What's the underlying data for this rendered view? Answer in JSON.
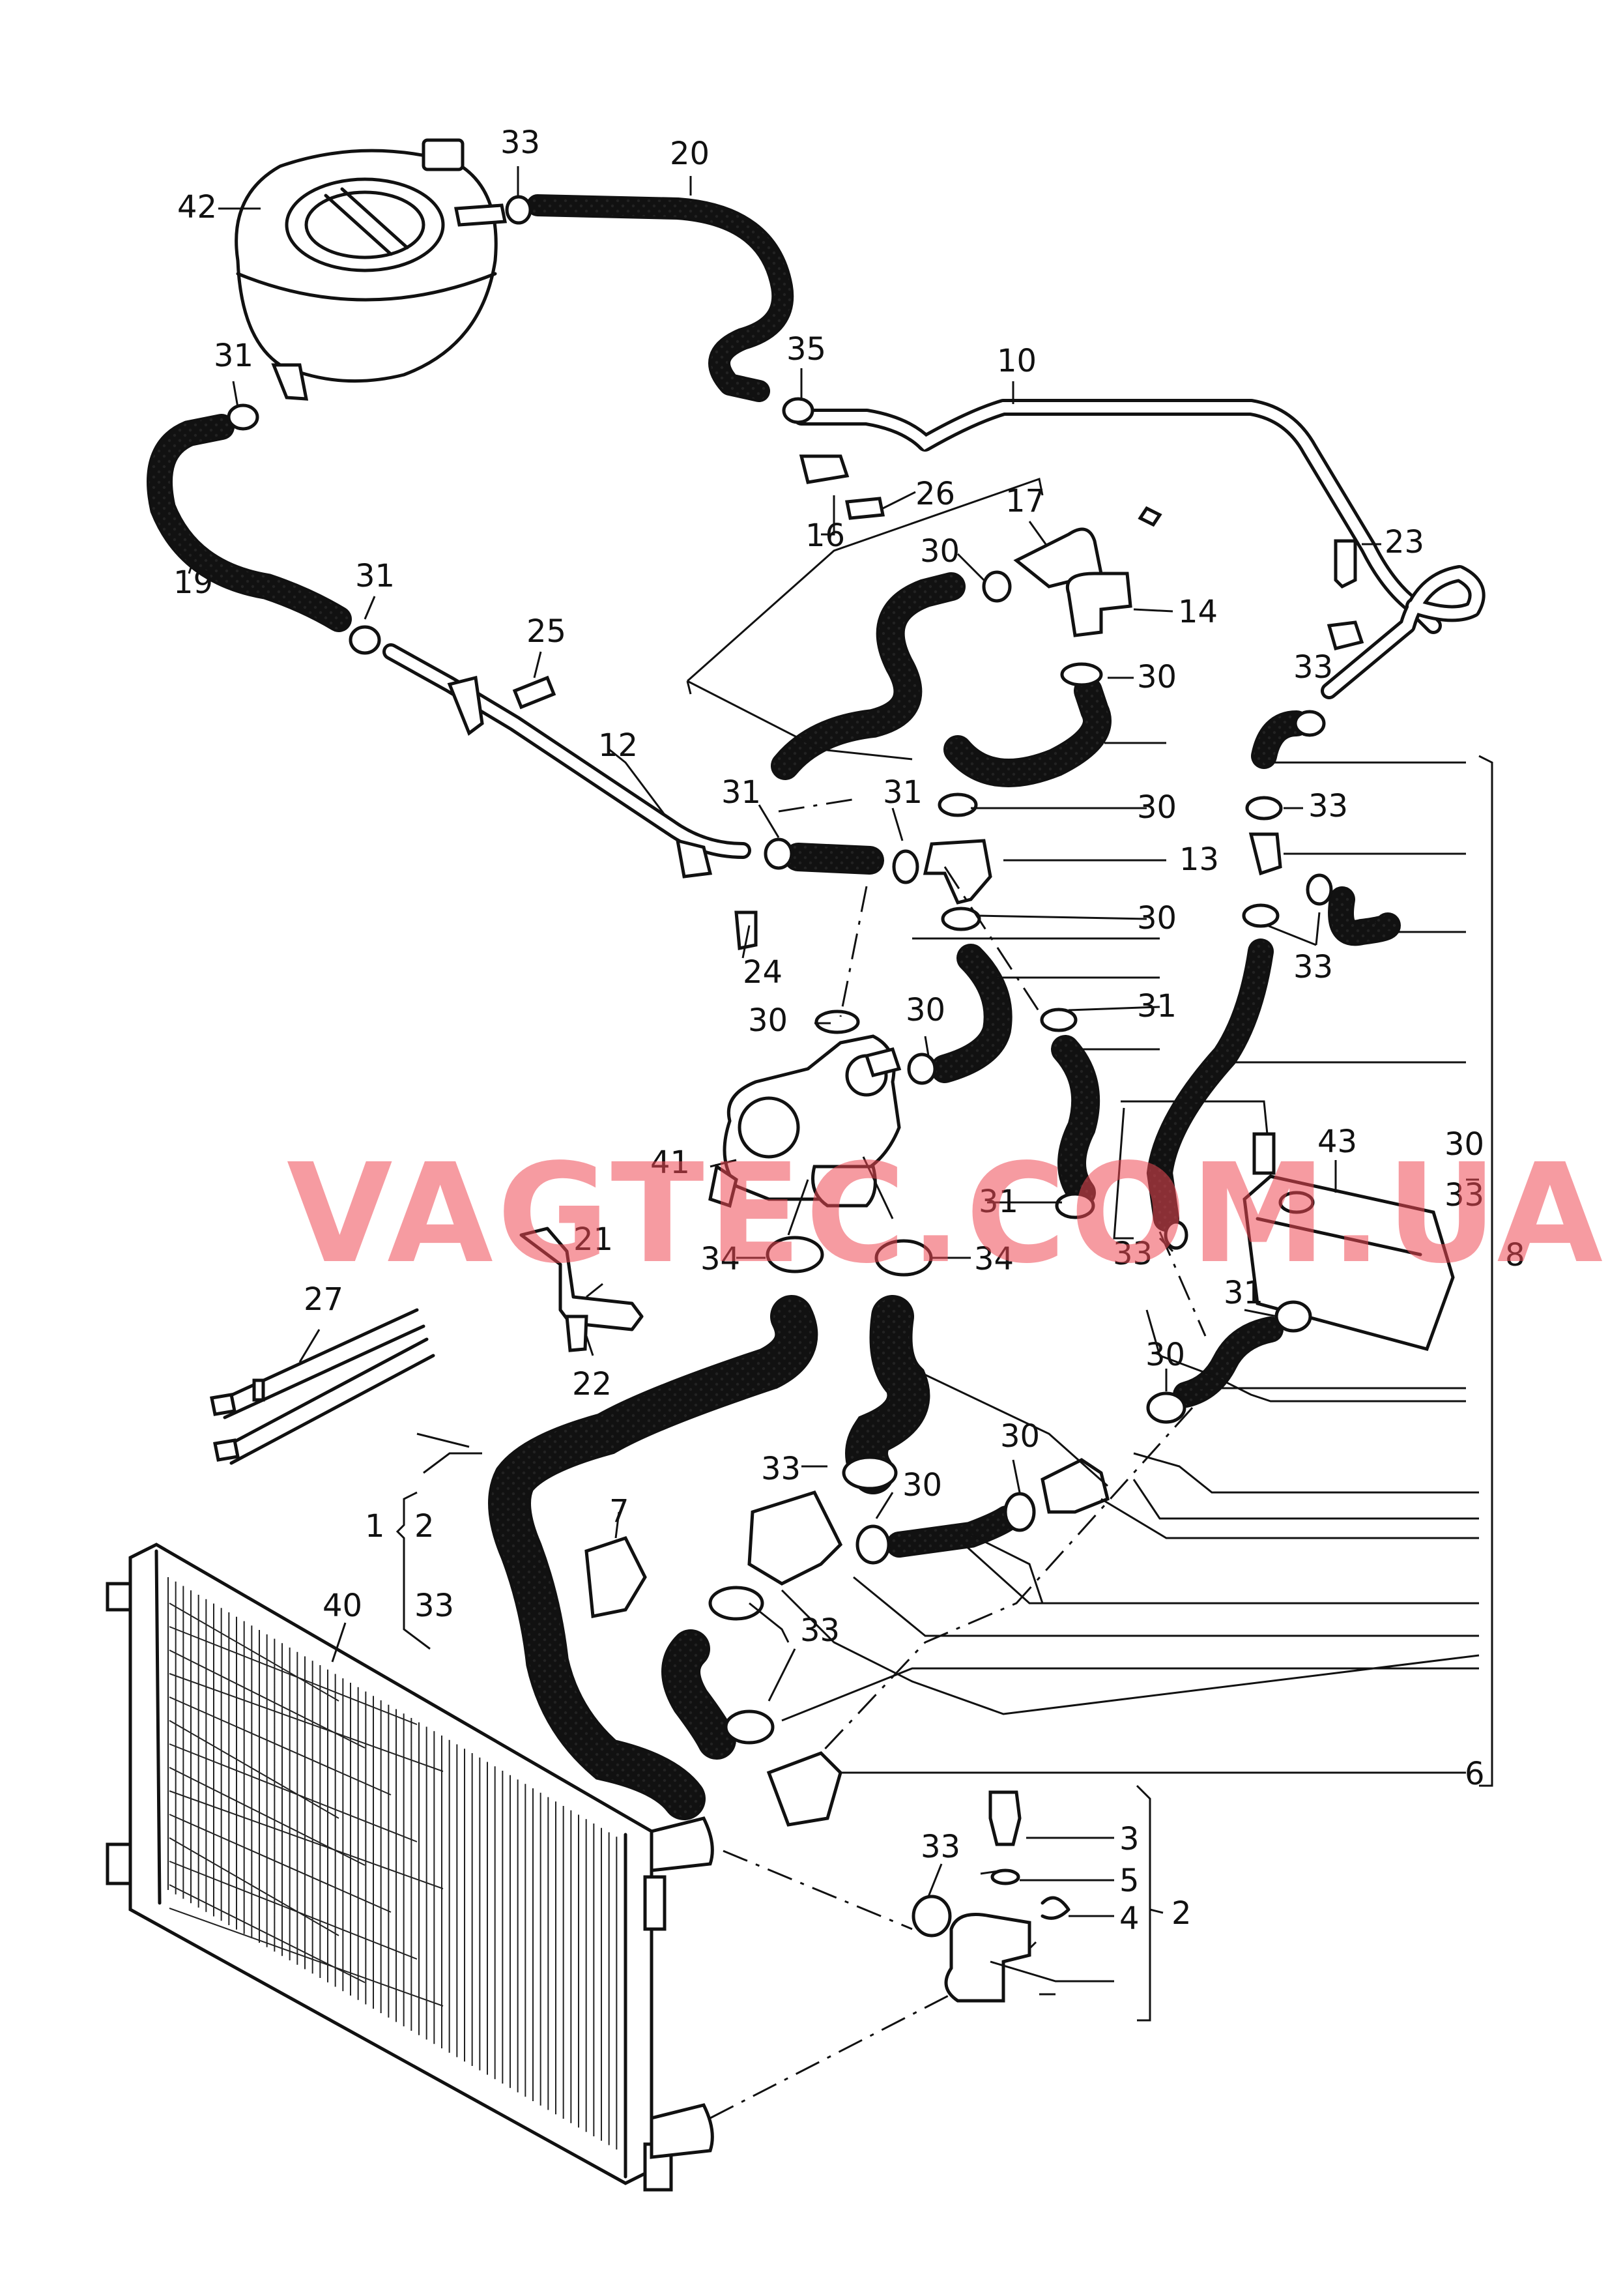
{
  "watermark": "VAGTEC.COM.UA",
  "colors": {
    "line": "#111111",
    "watermark": "#ee4854"
  },
  "callouts": {
    "c42": "42",
    "c33a": "33",
    "c20": "20",
    "c31a": "31",
    "c35": "35",
    "c10": "10",
    "c26": "26",
    "c16": "16",
    "c17": "17",
    "c19": "19",
    "c31b": "31",
    "c30a": "30",
    "c23": "23",
    "c14": "14",
    "c25": "25",
    "c30b": "30",
    "c33b": "33",
    "c12": "12",
    "c31c": "31",
    "c31d": "31",
    "c30c": "30",
    "c33c": "33",
    "c13": "13",
    "c30d": "30",
    "c33d": "33",
    "c24": "24",
    "c30e": "30",
    "c30f": "30",
    "c31e": "31",
    "c43": "43",
    "c30g": "30",
    "c33e": "33",
    "c41": "41",
    "c31f": "31",
    "c33f": "33",
    "c34a": "34",
    "c34b": "34",
    "c8": "8",
    "c21": "21",
    "c27": "27",
    "c31g": "31",
    "c22": "22",
    "c30h": "30",
    "c30i": "30",
    "c33g": "33",
    "c30j": "30",
    "c1": "1",
    "c2a": "2",
    "c7": "7",
    "c40": "40",
    "c33h": "33",
    "c33i": "33",
    "c6": "6",
    "c33j": "33",
    "c3": "3",
    "c5": "5",
    "c2b": "2",
    "c4": "4"
  }
}
